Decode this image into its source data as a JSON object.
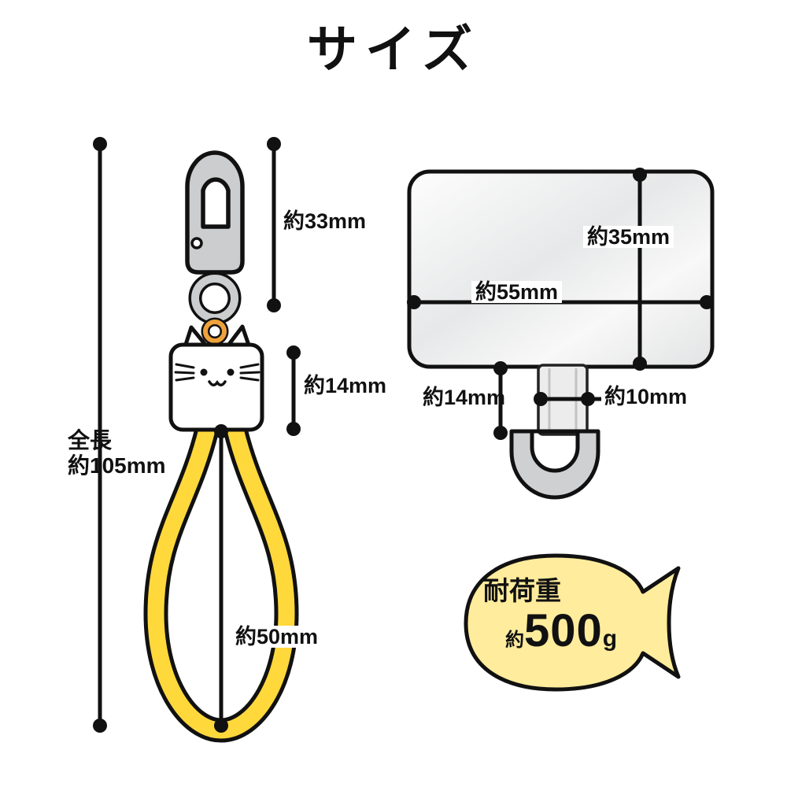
{
  "title": "サイズ",
  "labels": {
    "total_length_line1": "全長",
    "total_length_line2": "約105mm",
    "clasp_height": "約33mm",
    "charm_height": "約14mm",
    "strap_length": "約50mm",
    "card_height": "約35mm",
    "card_width": "約55mm",
    "tab_height": "約14mm",
    "tab_width": "約10mm"
  },
  "badge": {
    "load_label": "耐荷重",
    "load_prefix": "約",
    "load_value": "500",
    "load_unit": "g"
  },
  "colors": {
    "strap_yellow": "#FFD83C",
    "clasp_gray": "#cbcdce",
    "ring_orange": "#EFA23B",
    "badge_yellow": "#FFEC9C",
    "line_black": "#111111"
  }
}
